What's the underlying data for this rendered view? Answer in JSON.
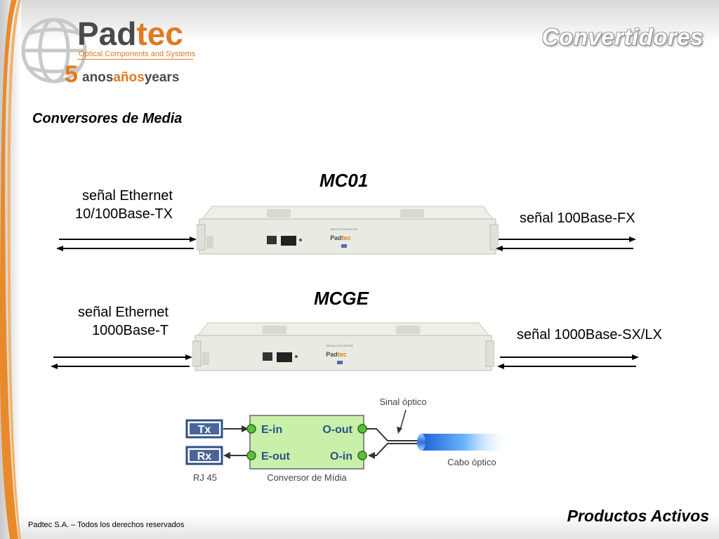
{
  "header": {
    "title": "Convertidores",
    "logo_name_dark": "Pad",
    "logo_name_orange": "tec",
    "logo_tagline": "Optical Components and Systems",
    "anniversary_number": "5",
    "anniversary_words": [
      "anos",
      "años",
      "years"
    ]
  },
  "section_title": "Conversores de Media",
  "devices": [
    {
      "name": "MC01",
      "left_label": [
        "señal Ethernet",
        "10/100Base-TX"
      ],
      "right_label": "señal 100Base-FX"
    },
    {
      "name": "MCGE",
      "left_label": [
        "señal Ethernet",
        "1000Base-T"
      ],
      "right_label": "señal 1000Base-SX/LX"
    }
  ],
  "device_panel": {
    "model_line": "MEDIA CONVERTER",
    "brand_dark": "Pad",
    "brand_orange": "tec"
  },
  "diagram": {
    "tx": "Tx",
    "rx": "Rx",
    "e_in": "E-in",
    "e_out": "E-out",
    "o_out": "O-out",
    "o_in": "O-in",
    "rj45": "RJ 45",
    "converter": "Conversor de Mídia",
    "optical_signal": "Sinal óptico",
    "optical_cable": "Cabo óptico"
  },
  "footer": {
    "copyright": "Padtec S.A. – Todos los derechos reservados",
    "right": "Productos Activos"
  },
  "colors": {
    "brand_orange": "#e07a1f",
    "brand_dark": "#4a4a4a",
    "diagram_blue": "#2f4f88",
    "diagram_green": "#c8f0a8",
    "device_body": "#e8ebe1"
  }
}
